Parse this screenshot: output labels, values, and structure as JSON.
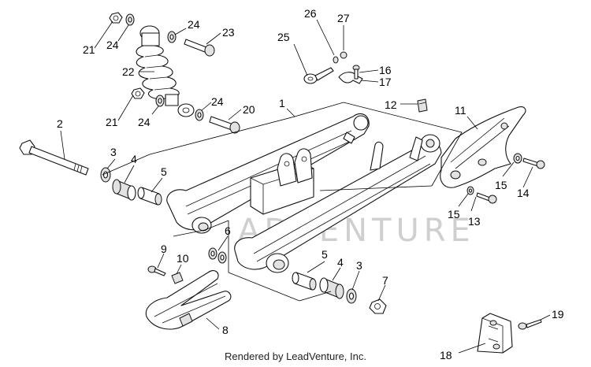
{
  "diagram": {
    "callouts": [
      {
        "id": "c1",
        "text": "1"
      },
      {
        "id": "c2",
        "text": "2"
      },
      {
        "id": "c3a",
        "text": "3"
      },
      {
        "id": "c3b",
        "text": "3"
      },
      {
        "id": "c4a",
        "text": "4"
      },
      {
        "id": "c4b",
        "text": "4"
      },
      {
        "id": "c5a",
        "text": "5"
      },
      {
        "id": "c5b",
        "text": "5"
      },
      {
        "id": "c6",
        "text": "6"
      },
      {
        "id": "c7",
        "text": "7"
      },
      {
        "id": "c8",
        "text": "8"
      },
      {
        "id": "c9",
        "text": "9"
      },
      {
        "id": "c10",
        "text": "10"
      },
      {
        "id": "c11",
        "text": "11"
      },
      {
        "id": "c12",
        "text": "12"
      },
      {
        "id": "c13",
        "text": "13"
      },
      {
        "id": "c14",
        "text": "14"
      },
      {
        "id": "c15a",
        "text": "15"
      },
      {
        "id": "c15b",
        "text": "15"
      },
      {
        "id": "c16",
        "text": "16"
      },
      {
        "id": "c17",
        "text": "17"
      },
      {
        "id": "c18",
        "text": "18"
      },
      {
        "id": "c19",
        "text": "19"
      },
      {
        "id": "c20",
        "text": "20"
      },
      {
        "id": "c21a",
        "text": "21"
      },
      {
        "id": "c21b",
        "text": "21"
      },
      {
        "id": "c22",
        "text": "22"
      },
      {
        "id": "c23",
        "text": "23"
      },
      {
        "id": "c24a",
        "text": "24"
      },
      {
        "id": "c24b",
        "text": "24"
      },
      {
        "id": "c24c",
        "text": "24"
      },
      {
        "id": "c24d",
        "text": "24"
      },
      {
        "id": "c25",
        "text": "25"
      },
      {
        "id": "c26",
        "text": "26"
      },
      {
        "id": "c27",
        "text": "27"
      }
    ],
    "watermark": "ADVENTURE",
    "footer": "Rendered by LeadVenture, Inc."
  }
}
